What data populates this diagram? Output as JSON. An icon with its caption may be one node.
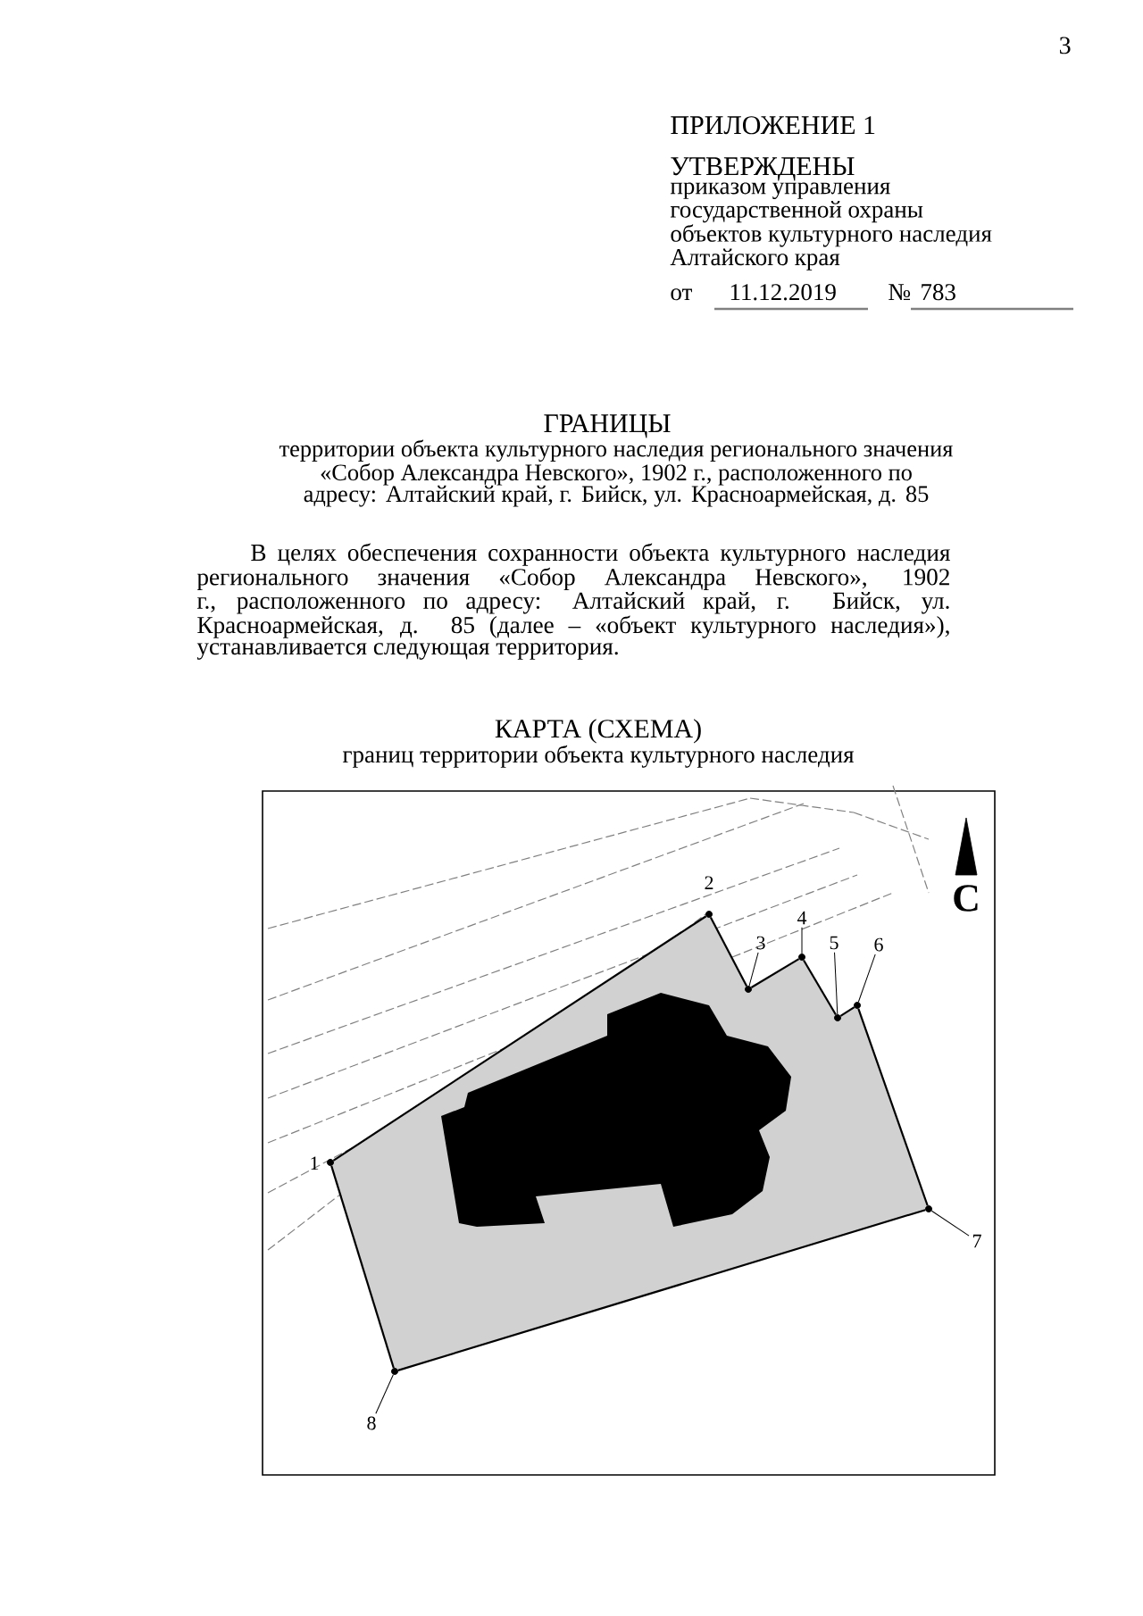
{
  "diagram": {
    "title": "ГРАНИЦЫ",
    "nodes": [
      {
        "text": [],
        "shape": "circle"
      },
      {
        "text": [],
        "shape": "circle"
      },
      {
        "text": [],
        "shape": "circle"
      },
      {
        "text": [],
        "shape": "circle"
      },
      {
        "text": [],
        "shape": "circle"
      },
      {
        "text": [],
        "shape": "circle"
      },
      {
        "text": [],
        "shape": "circle"
      },
      {
        "text": [],
        "shape": "circle"
      },
      {
        "text": [
          "3"
        ]
      },
      {
        "text": [
          "4"
        ]
      },
      {
        "text": [
          "5"
        ]
      },
      {
        "text": [
          "6"
        ]
      },
      {
        "text": [
          "7"
        ]
      },
      {
        "text": [
          "8"
        ]
      }
    ],
    "edges": [
      {
        "from": 0,
        "to": 1,
        "arrow": "none"
      },
      {
        "from": 1,
        "to": 2,
        "arrow": "none"
      },
      {
        "from": 2,
        "to": 3,
        "arrow": "none"
      },
      {
        "from": 3,
        "to": 4,
        "arrow": "none"
      },
      {
        "from": 4,
        "to": 5,
        "arrow": "none"
      },
      {
        "from": 5,
        "to": 6,
        "arrow": "none"
      },
      {
        "from": 6,
        "to": 7,
        "arrow": "none"
      },
      {
        "from": 7,
        "to": 0,
        "arrow": "none"
      },
      {
        "from": 8,
        "to": 2,
        "arrow": "none"
      },
      {
        "from": 9,
        "to": 3,
        "arrow": "none"
      },
      {
        "from": 10,
        "to": 4,
        "arrow": "none"
      },
      {
        "from": 11,
        "to": 5,
        "arrow": "none"
      },
      {
        "from": 12,
        "to": 6,
        "arrow": "none"
      },
      {
        "from": 13,
        "to": 7,
        "arrow": "none"
      }
    ],
    "labels": [
      "3",
      "ПРИЛОЖЕНИЕ 1",
      "УТВЕРЖДЕНЫ",
      "приказом управления государственной охраны объектов культурного наследия Алтайского края",
      "от",
      "11.12.2019",
      "№",
      "783",
      "территории объекта культурного наследия регионального значения «Собор Александра Невского», 1902 г., расположенного по адресу: Алтайский край, г. Бийск, ул. Красноармейская, д. 85",
      "В целях обеспечения сохранности объекта культурного наследия регионального значения «Собор Александра Невского», 1902 г., расположенного по адресу: Алтайский край, г. Бийск, ул. Красноармейская, д. 85 (далее – «объект культурного наследия»), устанавливается следующая территория.",
      "КАРТА (СХЕМА)",
      "границ территории объекта культурного наследия",
      "С",
      "1",
      "2"
    ]
  }
}
